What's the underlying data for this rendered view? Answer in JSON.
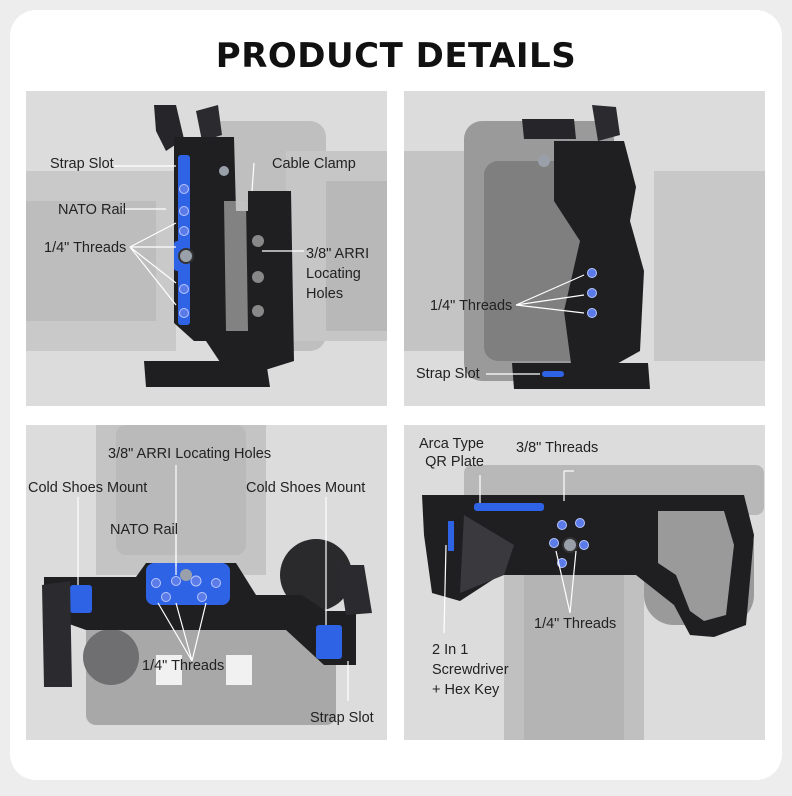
{
  "title": "PRODUCT DETAILS",
  "panel1": {
    "strap_slot": "Strap Slot",
    "cable_clamp": "Cable Clamp",
    "nato_rail": "NATO Rail",
    "threads": "1/4\" Threads",
    "arri_line1": "3/8\" ARRI",
    "arri_line2": "Locating",
    "arri_line3": "Holes"
  },
  "panel2": {
    "threads": "1/4\" Threads",
    "strap_slot": "Strap Slot"
  },
  "panel3": {
    "arri_holes": "3/8\" ARRI Locating Holes",
    "cold_shoe_left": "Cold Shoes Mount",
    "cold_shoe_right": "Cold Shoes Mount",
    "nato_rail": "NATO Rail",
    "threads": "1/4\" Threads",
    "strap_slot": "Strap Slot"
  },
  "panel4": {
    "arca_line1": "Arca Type",
    "arca_line2": "QR Plate",
    "threads_38": "3/8\" Threads",
    "threads_14": "1/4\" Threads",
    "screw_line1": "2 In 1",
    "screw_line2": "Screwdriver",
    "screw_line3": "+ Hex Key"
  },
  "colors": {
    "accent_blue": "#2f63e6",
    "cage_black": "#1f1f22",
    "panel_bg": "#dcdcdc",
    "camera_grey": "#8a8a8a"
  }
}
